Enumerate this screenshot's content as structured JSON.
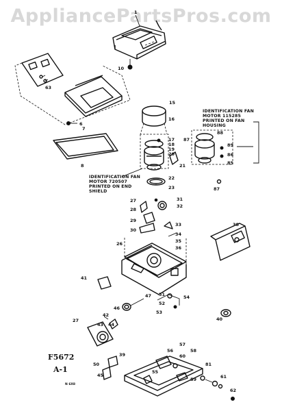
{
  "watermark": "AppliancePartsPros.com",
  "notes": {
    "fan_motor_right": [
      "IDENTIFICATION FAN",
      "MOTOR 115285",
      "PRINTED ON FAN",
      "HOUSING"
    ],
    "fan_motor_left": [
      "IDENTIFICATION FAN",
      "MOTOR 720507",
      "PRINTED ON END",
      "SHIELD"
    ]
  },
  "figure_code": [
    "F5672",
    "A-1"
  ],
  "small_code": "N 6X8",
  "callouts": [
    {
      "id": "c1",
      "text": "1"
    },
    {
      "id": "c10",
      "text": "10"
    },
    {
      "id": "c63",
      "text": "63"
    },
    {
      "id": "c6a",
      "text": "6"
    },
    {
      "id": "c7",
      "text": "7"
    },
    {
      "id": "c8",
      "text": "8"
    },
    {
      "id": "c15",
      "text": "15"
    },
    {
      "id": "c16",
      "text": "16"
    },
    {
      "id": "c17",
      "text": "17"
    },
    {
      "id": "c18",
      "text": "18"
    },
    {
      "id": "c19",
      "text": "19"
    },
    {
      "id": "c20",
      "text": "20"
    },
    {
      "id": "c21",
      "text": "21"
    },
    {
      "id": "c22",
      "text": "22"
    },
    {
      "id": "c23",
      "text": "23"
    },
    {
      "id": "c31",
      "text": "31"
    },
    {
      "id": "c32",
      "text": "32"
    },
    {
      "id": "c87a",
      "text": "87"
    },
    {
      "id": "c88",
      "text": "88"
    },
    {
      "id": "c89",
      "text": "89"
    },
    {
      "id": "c86",
      "text": "86"
    },
    {
      "id": "c85",
      "text": "85"
    },
    {
      "id": "c87b",
      "text": "87"
    },
    {
      "id": "c27",
      "text": "27"
    },
    {
      "id": "c28",
      "text": "28"
    },
    {
      "id": "c29",
      "text": "29"
    },
    {
      "id": "c30",
      "text": "30"
    },
    {
      "id": "c33",
      "text": "33"
    },
    {
      "id": "c34",
      "text": "34"
    },
    {
      "id": "c35",
      "text": "35"
    },
    {
      "id": "c36",
      "text": "36"
    },
    {
      "id": "c26",
      "text": "26"
    },
    {
      "id": "c41",
      "text": "41"
    },
    {
      "id": "c46",
      "text": "46"
    },
    {
      "id": "c47",
      "text": "47"
    },
    {
      "id": "c51",
      "text": "51"
    },
    {
      "id": "c52",
      "text": "52"
    },
    {
      "id": "c53",
      "text": "53"
    },
    {
      "id": "c54",
      "text": "54"
    },
    {
      "id": "c40",
      "text": "40"
    },
    {
      "id": "c42",
      "text": "42"
    },
    {
      "id": "c43",
      "text": "43"
    },
    {
      "id": "c44",
      "text": "44"
    },
    {
      "id": "c27b",
      "text": "27"
    },
    {
      "id": "c39",
      "text": "39"
    },
    {
      "id": "c50",
      "text": "50"
    },
    {
      "id": "c45",
      "text": "45"
    },
    {
      "id": "c57",
      "text": "57"
    },
    {
      "id": "c56",
      "text": "56"
    },
    {
      "id": "c58",
      "text": "58"
    },
    {
      "id": "c60",
      "text": "60"
    },
    {
      "id": "c81",
      "text": "81"
    },
    {
      "id": "c55",
      "text": "55"
    },
    {
      "id": "c59",
      "text": "59"
    },
    {
      "id": "c61",
      "text": "61"
    },
    {
      "id": "c62",
      "text": "62"
    },
    {
      "id": "c38",
      "text": "38"
    }
  ]
}
